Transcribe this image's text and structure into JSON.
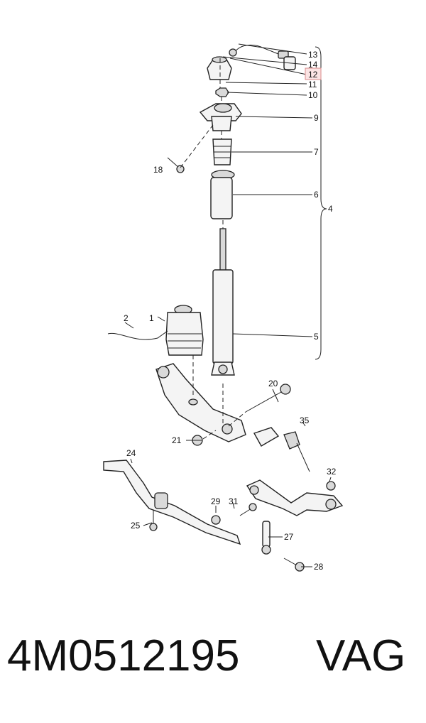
{
  "diagram": {
    "callouts": [
      "13",
      "14",
      "12",
      "11",
      "10",
      "9",
      "7",
      "18",
      "6",
      "4",
      "5",
      "2",
      "1",
      "20",
      "35",
      "21",
      "24",
      "32",
      "29",
      "31",
      "25",
      "27",
      "28"
    ],
    "highlighted_callout": "12"
  },
  "footer": {
    "part_number": "4M0512195",
    "brand": "VAG"
  }
}
